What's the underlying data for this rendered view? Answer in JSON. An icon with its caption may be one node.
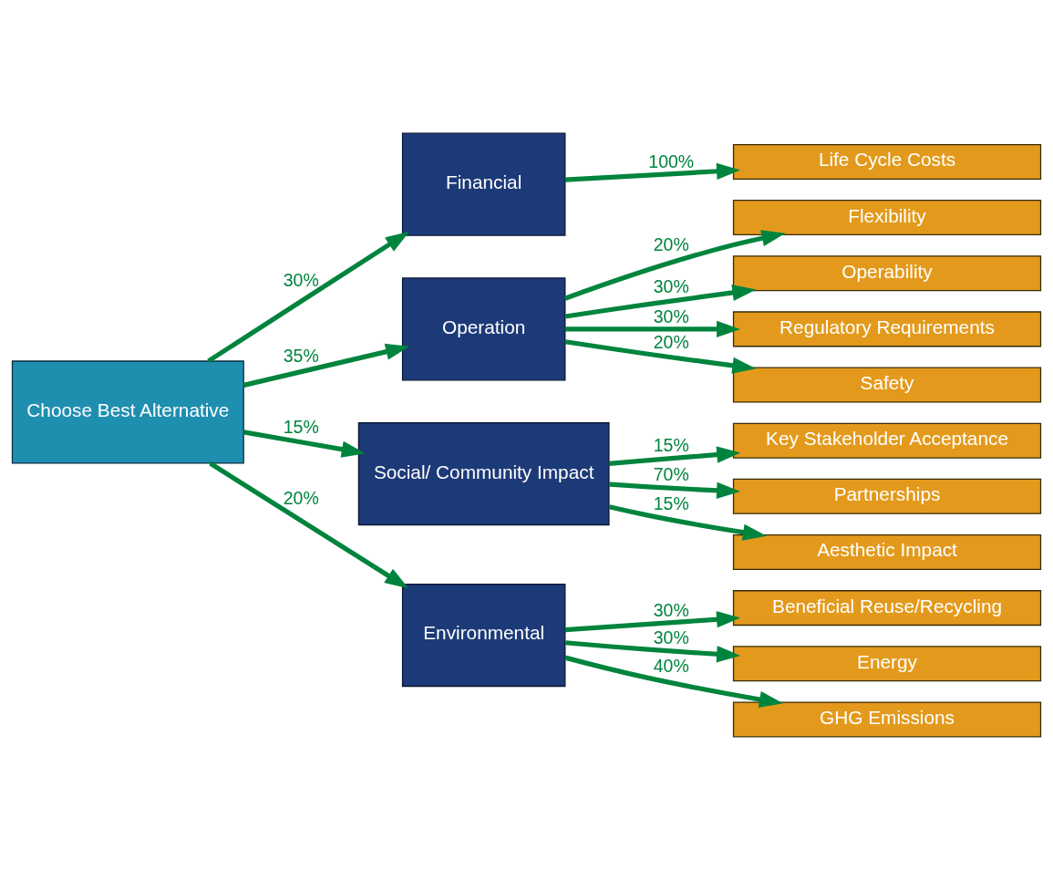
{
  "diagram": {
    "nodes": [
      {
        "text": [
          "Choose Best Alternative"
        ]
      },
      {
        "text": [
          "Financial"
        ]
      },
      {
        "text": [
          "Operation"
        ]
      },
      {
        "text": [
          "Social/ Community Impact"
        ]
      },
      {
        "text": [
          "Environmental"
        ]
      },
      {
        "text": [
          "Life Cycle Costs"
        ]
      },
      {
        "text": [
          "Flexibility"
        ]
      },
      {
        "text": [
          "Operability"
        ]
      },
      {
        "text": [
          "Regulatory Requirements"
        ]
      },
      {
        "text": [
          "Safety"
        ]
      },
      {
        "text": [
          "Key Stakeholder Acceptance"
        ]
      },
      {
        "text": [
          "Partnerships"
        ]
      },
      {
        "text": [
          "Aesthetic Impact"
        ]
      },
      {
        "text": [
          "Beneficial Reuse/Recycling"
        ]
      },
      {
        "text": [
          "Energy"
        ]
      },
      {
        "text": [
          "GHG Emissions"
        ]
      }
    ],
    "edges": [
      {
        "from": 0,
        "to": 1,
        "arrow": "to",
        "label": "30%"
      },
      {
        "from": 0,
        "to": 2,
        "arrow": "to",
        "label": "35%"
      },
      {
        "from": 0,
        "to": 3,
        "arrow": "to",
        "label": "15%"
      },
      {
        "from": 0,
        "to": 4,
        "arrow": "to",
        "label": "20%"
      },
      {
        "from": 1,
        "to": 5,
        "arrow": "to",
        "label": "100%"
      },
      {
        "from": 2,
        "to": 6,
        "arrow": "to",
        "label": "20%"
      },
      {
        "from": 2,
        "to": 7,
        "arrow": "to",
        "label": "30%"
      },
      {
        "from": 2,
        "to": 8,
        "arrow": "to",
        "label": "30%"
      },
      {
        "from": 2,
        "to": 9,
        "arrow": "to",
        "label": "20%"
      },
      {
        "from": 3,
        "to": 10,
        "arrow": "to",
        "label": "15%"
      },
      {
        "from": 3,
        "to": 11,
        "arrow": "to",
        "label": "70%"
      },
      {
        "from": 3,
        "to": 12,
        "arrow": "to",
        "label": "15%"
      },
      {
        "from": 4,
        "to": 13,
        "arrow": "to",
        "label": "30%"
      },
      {
        "from": 4,
        "to": 14,
        "arrow": "to",
        "label": "30%"
      },
      {
        "from": 4,
        "to": 15,
        "arrow": "to",
        "label": "40%"
      }
    ]
  }
}
